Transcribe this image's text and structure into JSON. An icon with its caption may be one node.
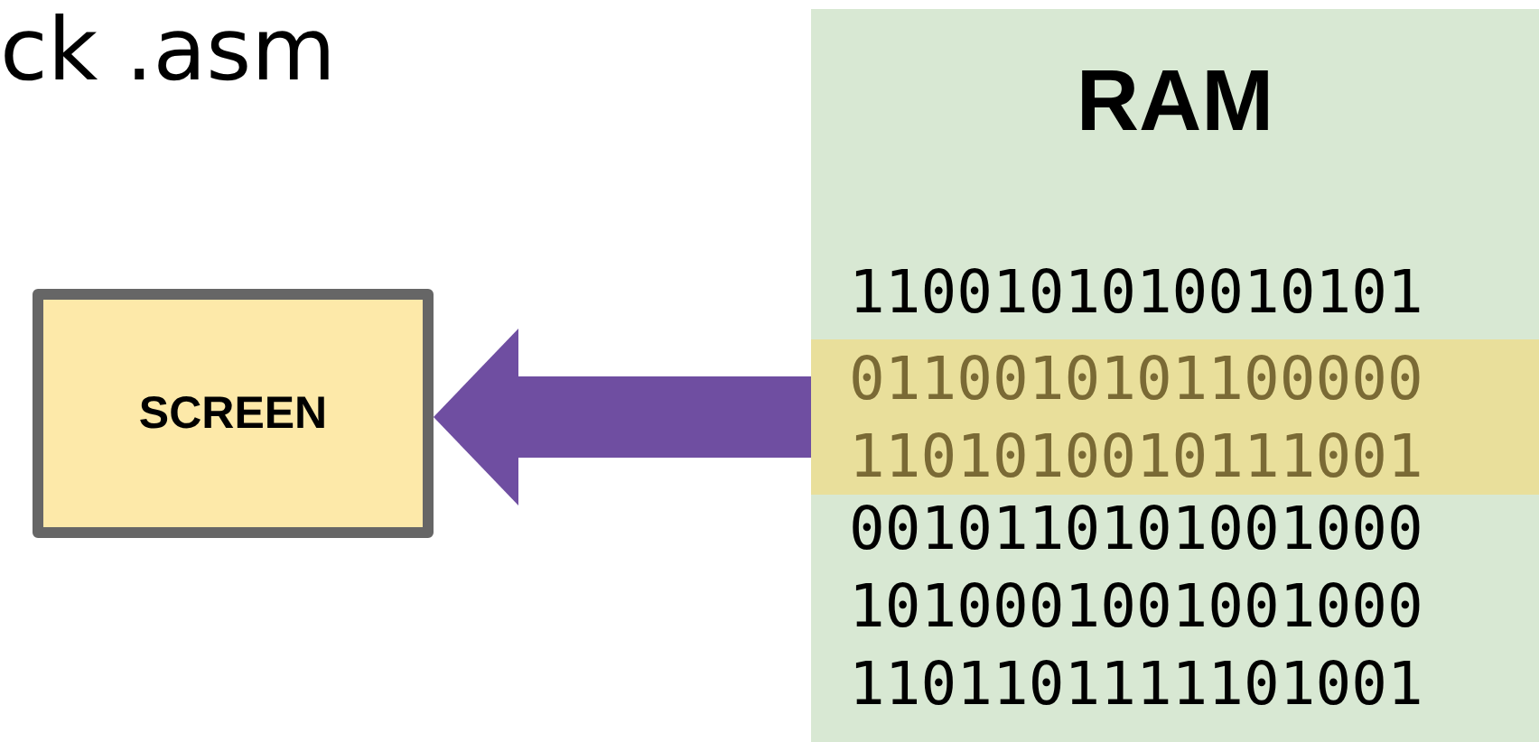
{
  "diagram": {
    "nodes": [
      {
        "text": [
          "RAM"
        ]
      },
      {
        "text": [
          "1100101010010101"
        ],
        "in": 0
      },
      {
        "text": [
          "0110010101100000",
          "1101010010111001"
        ],
        "in": 0
      },
      {
        "text": [
          "0010110101001000"
        ],
        "in": 0
      },
      {
        "text": [
          "1010001001001000"
        ],
        "in": 0
      },
      {
        "text": [
          "1101101111101001"
        ],
        "in": 0
      },
      {
        "text": [
          "SCREEN"
        ]
      }
    ],
    "edges": [
      {
        "from": 2,
        "to": 6,
        "arrow": "to",
        "color": "#6f4ea1"
      }
    ],
    "labels": [
      "ck .asm"
    ]
  }
}
